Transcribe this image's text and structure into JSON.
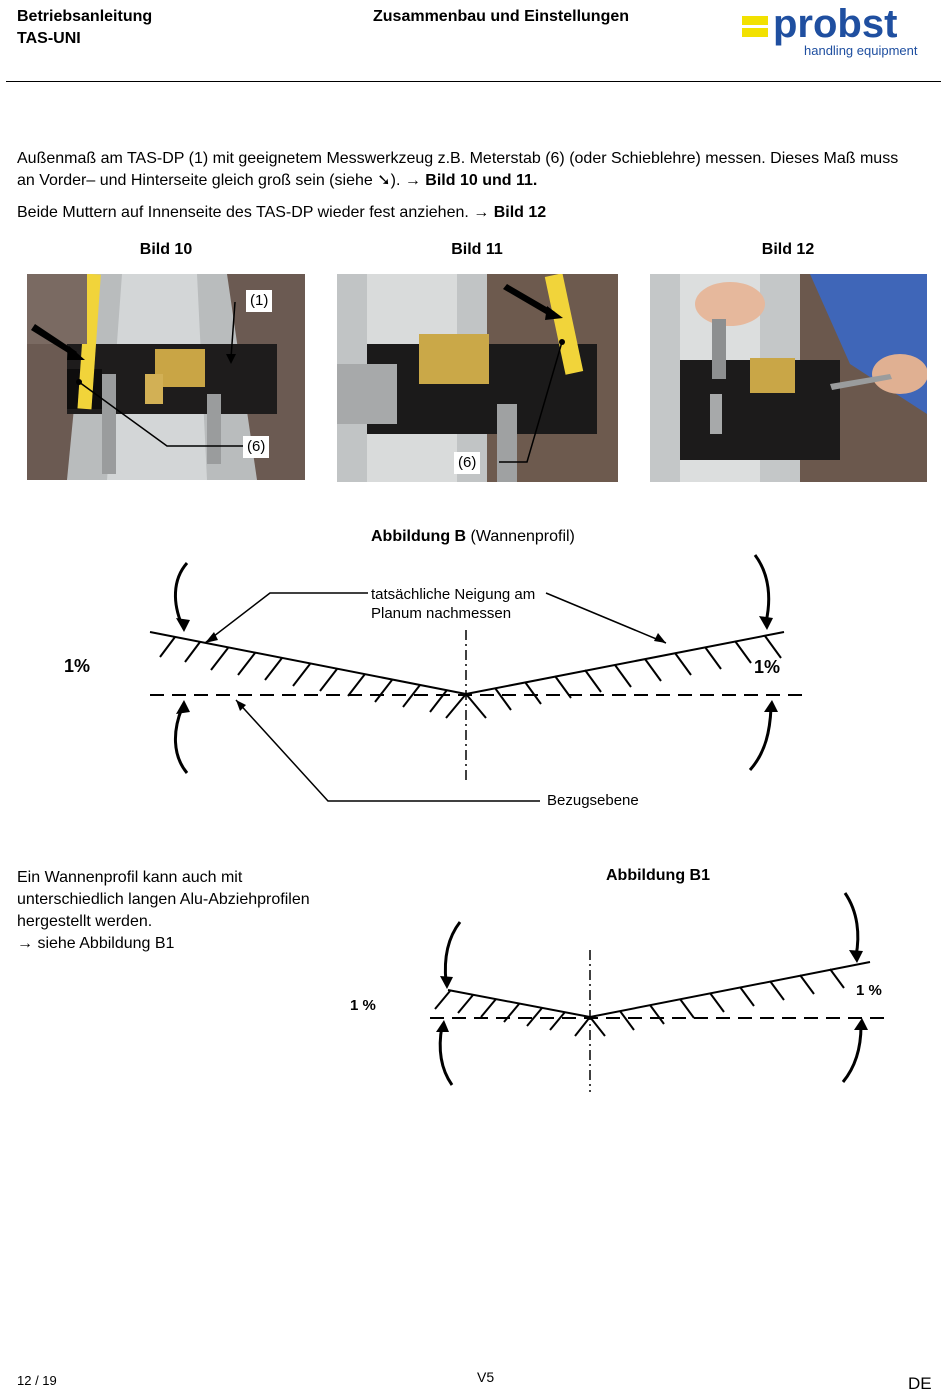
{
  "header": {
    "left_line1": "Betriebsanleitung",
    "left_line2": "TAS-UNI",
    "center": "Zusammenbau und Einstellungen",
    "logo_word": "probst",
    "logo_sub": "handling equipment"
  },
  "paragraphs": {
    "p1_line1": "Außenmaß am TAS-DP (1) mit geeignetem Messwerkzeug z.B. Meterstab (6) (oder Schieblehre) messen. Dieses Maß muss",
    "p1_line2_a": "an Vorder– und Hinterseite gleich groß sein (siehe ",
    "p1_line2_sym": "➘",
    "p1_line2_b": "). → ",
    "p1_line2_bold": "Bild 10 und 11",
    "p1_line2_end": ".",
    "p2_a": "Beide Muttern auf Innenseite des TAS-DP wieder fest anziehen. → ",
    "p2_bold": "Bild 12"
  },
  "photos": {
    "caption_10": "Bild 10",
    "caption_11": "Bild 11",
    "caption_12": "Bild 12",
    "label_1": "(1)",
    "label_6a": "(6)",
    "label_6b": "(6)"
  },
  "figure_b": {
    "title_bold": "Abbildung B",
    "title_rest": " (Wannenprofil)",
    "label_line1": "tatsächliche Neigung am",
    "label_line2": "Planum nachmessen",
    "left_pct": "1%",
    "right_pct": "1%",
    "reference": "Bezugsebene"
  },
  "section_b1": {
    "text_line1": "Ein Wannenprofil kann auch mit",
    "text_line2": "unterschiedlich langen Alu-Abziehprofilen",
    "text_line3": "hergestellt werden.",
    "text_line4": "→ siehe Abbildung B1",
    "title": "Abbildung B1",
    "left_pct": "1 %",
    "right_pct": "1 %"
  },
  "footer": {
    "page": "12 / 19",
    "version": "V5",
    "lang": "DE"
  }
}
